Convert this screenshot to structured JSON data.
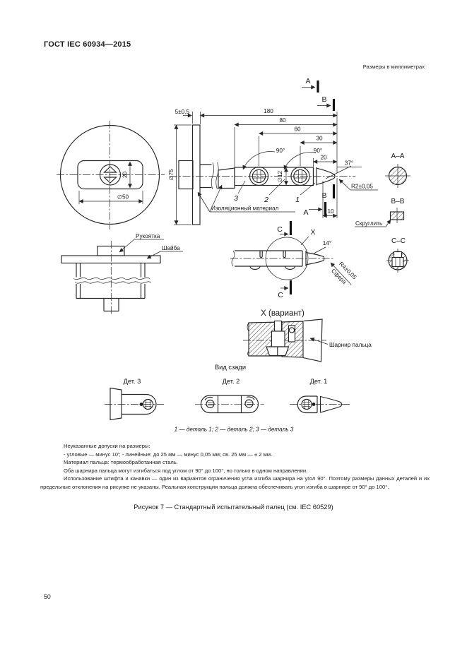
{
  "page": {
    "header": "ГОСТ IEC 60934—2015",
    "units_note": "Размеры в миллиметрах",
    "figure_caption": "Рисунок 7 — Стандартный испытательный палец (см. IEC 60529)",
    "page_number": "50"
  },
  "notes": {
    "tolerances_title": "Неуказанные допуски на размеры:",
    "tolerances_values": "- угловые — минус 10'; - линейные: до 25 мм — минус 0,05 мм; св. 25 мм — ± 2 мм.",
    "material": "Материал пальца: термообработанная сталь.",
    "hinges": "Оба шарнира пальца могут изгибаться под углом от 90° до 100°, но только в одном направлении.",
    "pin_note": "Использование штифта и канавки — один из вариантов ограничения угла изгиба шарнира на угол 90°. Поэтому размеры данных деталей и их предельные отклонения на рисунке не указаны. Реальная конструкция пальца должна обеспечивать угол изгиба в шарнире от 90° до 100°."
  },
  "drawing": {
    "dimensions": {
      "overall_length": "180",
      "len_80": "80",
      "len_60": "60",
      "len_30": "30",
      "len_20": "20",
      "len_10": "10",
      "plate_thickness": "5±0,5",
      "slot_height": "20",
      "slot_width": "∅50",
      "disc_diameter": "∅75",
      "finger_diameter": "∅12",
      "angle_90_a": "90°",
      "angle_90_b": "90°",
      "angle_37": "37°",
      "angle_14": "14°",
      "tip_radius": "R2±0,05",
      "sphere_radius": "R4±0,05",
      "sphere": "Сфера"
    },
    "sections": {
      "a": "А",
      "b": "В",
      "c": "С",
      "aa": "А–А",
      "bb": "В–В",
      "cc": "С–С",
      "x": "X",
      "x_variant": "X (вариант)"
    },
    "labels": {
      "insulating_material": "Изоляционный материал",
      "handle": "Рукоятка",
      "washer": "Шайба",
      "round_off": "Скруглить",
      "finger_hinge": "Шарнир пальца",
      "rear_view": "Вид сзади",
      "part_1": "1",
      "part_2": "2",
      "part_3": "3",
      "detail_1": "Дет. 1",
      "detail_2": "Дет. 2",
      "detail_3": "Дет. 3",
      "parts_legend": "1 — деталь 1; 2 — деталь 2; 3 — деталь 3"
    }
  }
}
